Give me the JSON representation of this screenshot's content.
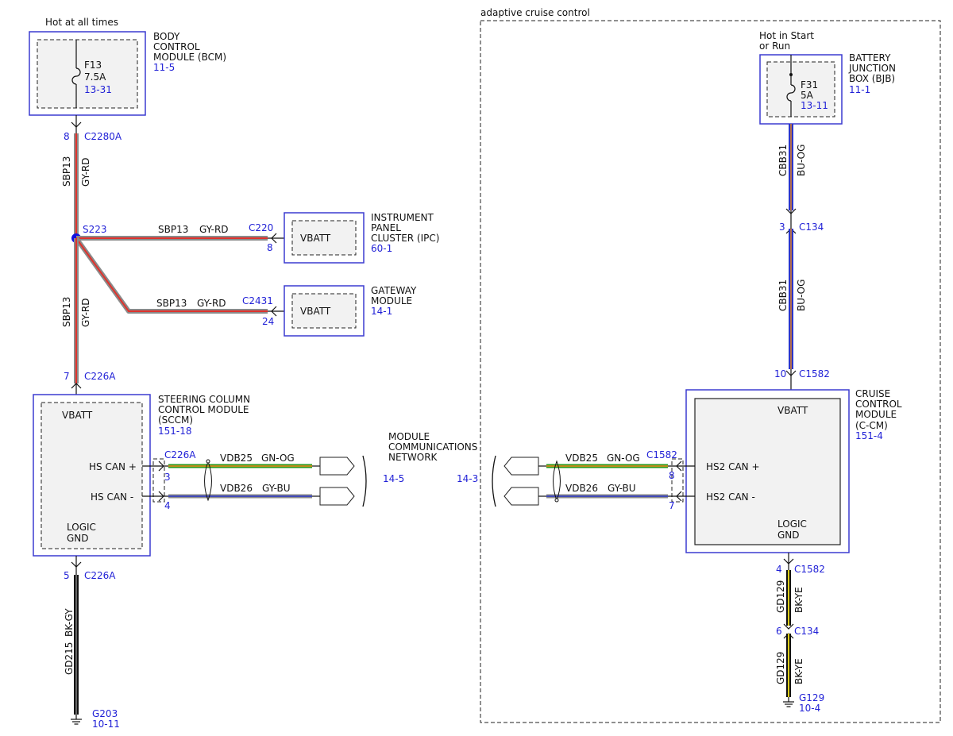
{
  "colors": {
    "module_border": "#3b3bd0",
    "ref_text": "#1f1fd6",
    "gy": "#8a8a8a",
    "rd": "#e0322c",
    "bu": "#2b35c9",
    "og": "#f08a1c",
    "gn": "#2a9a1e",
    "bk": "#111111",
    "ye": "#f3e21b",
    "splice": "#1010e0"
  },
  "left": {
    "hot_label": "Hot at all times",
    "bcm": {
      "name_lines": [
        "BODY",
        "CONTROL",
        "MODULE (BCM)"
      ],
      "ref": "11-5",
      "fuse_id": "F13",
      "fuse_rating": "7.5A",
      "fuse_ref": "13-31"
    },
    "bcm_out": {
      "pin": "8",
      "connector": "C2280A",
      "circuit": "SBP13",
      "color": "GY-RD"
    },
    "splice": {
      "id": "S223"
    },
    "ipc_branch": {
      "circuit": "SBP13",
      "color": "GY-RD",
      "connector": "C220",
      "pin": "8"
    },
    "ipc": {
      "pin_label": "VBATT",
      "name_lines": [
        "INSTRUMENT",
        "PANEL",
        "CLUSTER (IPC)"
      ],
      "ref": "60-1"
    },
    "gw_branch": {
      "circuit": "SBP13",
      "color": "GY-RD",
      "connector": "C2431",
      "pin": "24"
    },
    "gateway": {
      "pin_label": "VBATT",
      "name_lines": [
        "GATEWAY",
        "MODULE"
      ],
      "ref": "14-1"
    },
    "sccm_in": {
      "circuit": "SBP13",
      "color": "GY-RD",
      "pin": "7",
      "connector": "C226A"
    },
    "sccm": {
      "name_lines": [
        "STEERING COLUMN",
        "CONTROL MODULE",
        "(SCCM)"
      ],
      "ref": "151-18",
      "vbatt": "VBATT",
      "can_plus": "HS CAN +",
      "can_minus": "HS CAN -",
      "logic": "LOGIC",
      "gnd": "GND"
    },
    "can_conn": {
      "connector": "C226A",
      "pin_plus": "3",
      "pin_minus": "4"
    },
    "can_hi": {
      "circuit": "VDB25",
      "color": "GN-OG"
    },
    "can_lo": {
      "circuit": "VDB26",
      "color": "GY-BU"
    },
    "ground": {
      "pin": "5",
      "connector": "C226A",
      "circuit": "GD215",
      "color": "BK-GY",
      "gnd_id": "G203",
      "gnd_ref": "10-11"
    },
    "network_ref": "14-5"
  },
  "network": {
    "lines": [
      "MODULE",
      "COMMUNICATIONS",
      "NETWORK"
    ]
  },
  "right": {
    "section_title": "adaptive cruise control",
    "hot_lines": [
      "Hot in Start",
      "or Run"
    ],
    "bjb": {
      "name_lines": [
        "BATTERY",
        "JUNCTION",
        "BOX (BJB)"
      ],
      "ref": "11-1",
      "fuse_id": "F31",
      "fuse_rating": "5A",
      "fuse_ref": "13-11"
    },
    "wire1": {
      "circuit": "CBB31",
      "color": "BU-OG"
    },
    "c134": {
      "pin": "3",
      "connector": "C134"
    },
    "wire2": {
      "circuit": "CBB31",
      "color": "BU-OG"
    },
    "ccm_in": {
      "pin": "10",
      "connector": "C1582"
    },
    "ccm": {
      "name_lines": [
        "CRUISE",
        "CONTROL",
        "MODULE",
        "(C-CM)"
      ],
      "ref": "151-4",
      "vbatt": "VBATT",
      "can_plus": "HS2 CAN +",
      "can_minus": "HS2 CAN -",
      "logic": "LOGIC",
      "gnd": "GND"
    },
    "can_conn": {
      "connector": "C1582",
      "pin_plus": "8",
      "pin_minus": "7"
    },
    "can_hi": {
      "circuit": "VDB25",
      "color": "GN-OG"
    },
    "can_lo": {
      "circuit": "VDB26",
      "color": "GY-BU"
    },
    "gnd_out": {
      "pin": "4",
      "connector": "C1582"
    },
    "gnd_wire1": {
      "circuit": "GD129",
      "color": "BK-YE"
    },
    "gnd_c134": {
      "pin": "6",
      "connector": "C134"
    },
    "gnd_wire2": {
      "circuit": "GD129",
      "color": "BK-YE"
    },
    "ground": {
      "gnd_id": "G129",
      "gnd_ref": "10-4"
    },
    "network_ref": "14-3"
  }
}
